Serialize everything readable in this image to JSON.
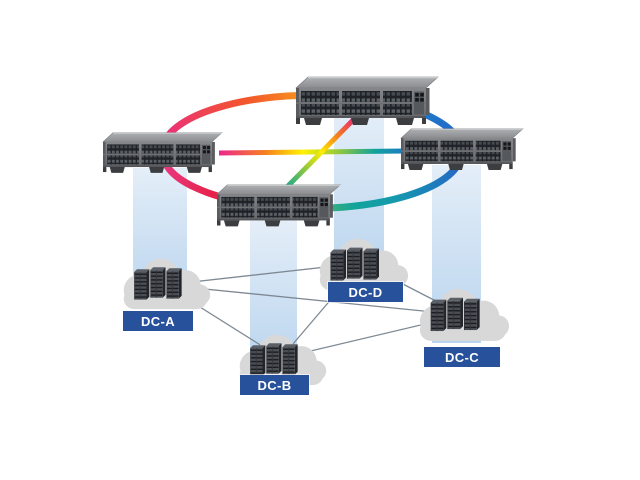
{
  "diagram": {
    "type": "network-topology-diagram",
    "nodes": {
      "switches": [
        {
          "id": "spine-switch-top",
          "kind": "fabric-switch"
        },
        {
          "id": "spine-switch-left",
          "kind": "fabric-switch"
        },
        {
          "id": "spine-switch-right",
          "kind": "fabric-switch"
        },
        {
          "id": "spine-switch-bottom",
          "kind": "fabric-switch"
        }
      ],
      "datacenters": [
        {
          "id": "dc-a",
          "label": "DC-A"
        },
        {
          "id": "dc-b",
          "label": "DC-B"
        },
        {
          "id": "dc-c",
          "label": "DC-C"
        },
        {
          "id": "dc-d",
          "label": "DC-D"
        }
      ]
    },
    "connections": {
      "switch_ring": [
        [
          "spine-switch-left",
          "spine-switch-top"
        ],
        [
          "spine-switch-top",
          "spine-switch-right"
        ],
        [
          "spine-switch-right",
          "spine-switch-bottom"
        ],
        [
          "spine-switch-bottom",
          "spine-switch-left"
        ]
      ],
      "switch_cross_links": [
        [
          "spine-switch-left",
          "spine-switch-right"
        ],
        [
          "spine-switch-top",
          "spine-switch-bottom"
        ]
      ],
      "datacenter_mesh": [
        [
          "dc-a",
          "dc-d"
        ],
        [
          "dc-a",
          "dc-c"
        ],
        [
          "dc-a",
          "dc-b"
        ],
        [
          "dc-b",
          "dc-d"
        ],
        [
          "dc-b",
          "dc-c"
        ],
        [
          "dc-d",
          "dc-c"
        ]
      ],
      "switch_to_datacenter": [
        [
          "spine-switch-left",
          "dc-a"
        ],
        [
          "spine-switch-bottom",
          "dc-b"
        ],
        [
          "spine-switch-top",
          "dc-d"
        ],
        [
          "spine-switch-right",
          "dc-c"
        ]
      ]
    },
    "colors": {
      "background": "#FFFFFF",
      "label_bg": "#27519B",
      "label_text": "#FFFFFF",
      "cloud_fill": "#D8D8D8",
      "beam_top": "#DDEAF6",
      "beam_bottom": "#BBD5EE",
      "mesh_line": "#7E8993",
      "ring_rainbow": [
        "#EC2D7F",
        "#F15A29",
        "#FFD32A",
        "#8DC63F",
        "#00A79D",
        "#1E78C8"
      ],
      "switch_chassis": "#7E8083",
      "server_tower": "#2A2D32"
    }
  }
}
